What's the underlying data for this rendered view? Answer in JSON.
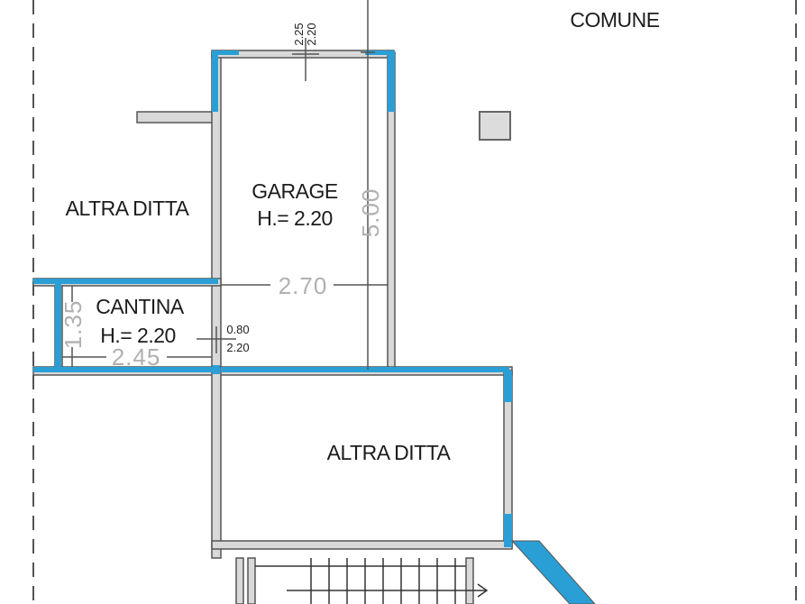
{
  "labels": {
    "comune": "COMUNE",
    "altra_ditta_left": "ALTRA DITTA",
    "altra_ditta_bottom": "ALTRA DITTA",
    "garage_name": "GARAGE",
    "garage_height": "H.= 2.20",
    "cantina_name": "CANTINA",
    "cantina_height": "H.= 2.20"
  },
  "dimensions": {
    "garage_length": "5.00",
    "garage_width": "2.70",
    "cantina_width": "2.45",
    "cantina_depth": "1.35",
    "garage_door_width": "2.25",
    "garage_door_height": "2.20",
    "cantina_door_width": "0.80",
    "cantina_door_height": "2.20"
  },
  "colors": {
    "wall_fill": "#d9d9d9",
    "wall_edge": "#555555",
    "highlight": "#2a9fd6",
    "boundary_dash": "#555555",
    "dimension_gray": "#b0b0b0"
  }
}
